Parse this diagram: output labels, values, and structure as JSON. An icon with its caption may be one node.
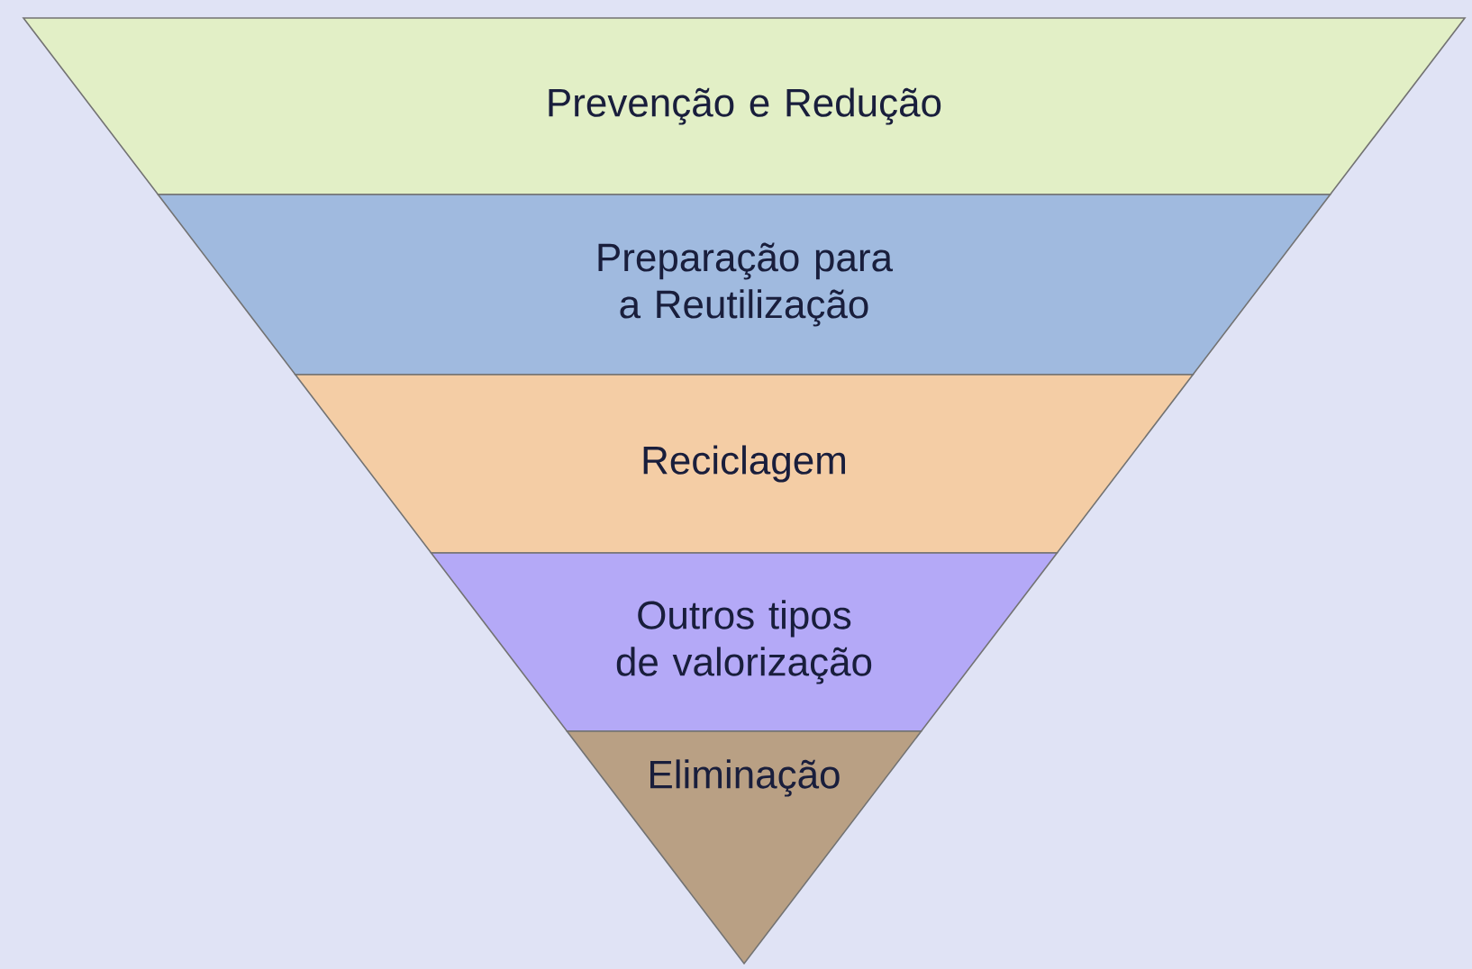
{
  "diagram": {
    "nodes": [
      {
        "text": [
          "Prevenção e Redução"
        ]
      },
      {
        "text": [
          "Preparação para a Reutilização"
        ]
      },
      {
        "text": [
          "Reciclagem"
        ]
      },
      {
        "text": [
          "Outros tipos de valorização"
        ]
      },
      {
        "text": [
          "Eliminação"
        ]
      }
    ]
  }
}
